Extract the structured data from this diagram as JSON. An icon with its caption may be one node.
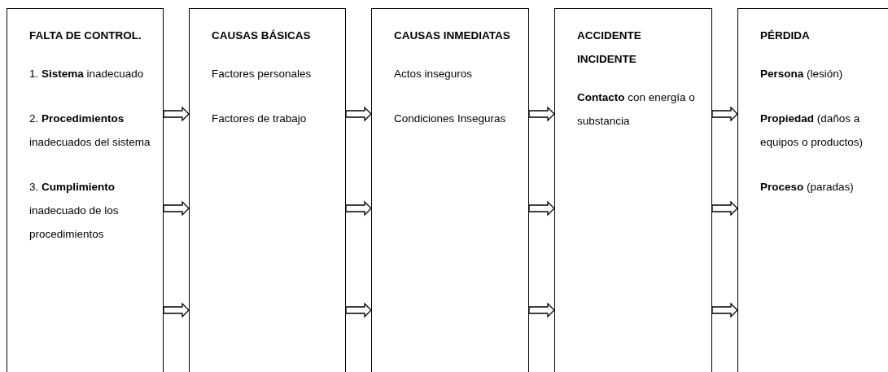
{
  "diagram": {
    "nodes": [
      {
        "text": [
          "FALTA DE CONTROL.",
          "1. **Sistema** inadecuado",
          "2. **Procedimientos** inadecuados del sistema",
          "3. **Cumplimiento** inadecuado de los procedimientos"
        ]
      },
      {
        "text": [
          "CAUSAS BÁSICAS",
          "Factores personales",
          "Factores de trabajo"
        ]
      },
      {
        "text": [
          "CAUSAS INMEDIATAS",
          "Actos inseguros",
          "Condiciones Inseguras"
        ]
      },
      {
        "text": [
          "ACCIDENTE INCIDENTE",
          "**Contacto** con energía o substancia"
        ]
      },
      {
        "text": [
          "PÉRDIDA",
          "**Persona** (lesión)",
          "**Propiedad** (daños a equipos o productos)",
          "**Proceso** (paradas)"
        ]
      }
    ],
    "edges": [
      {
        "from": 0,
        "to": 1,
        "arrow": "to"
      },
      {
        "from": 0,
        "to": 1,
        "arrow": "to"
      },
      {
        "from": 0,
        "to": 1,
        "arrow": "to"
      },
      {
        "from": 1,
        "to": 2,
        "arrow": "to"
      },
      {
        "from": 1,
        "to": 2,
        "arrow": "to"
      },
      {
        "from": 1,
        "to": 2,
        "arrow": "to"
      },
      {
        "from": 2,
        "to": 3,
        "arrow": "to"
      },
      {
        "from": 2,
        "to": 3,
        "arrow": "to"
      },
      {
        "from": 2,
        "to": 3,
        "arrow": "to"
      },
      {
        "from": 3,
        "to": 4,
        "arrow": "to"
      },
      {
        "from": 3,
        "to": 4,
        "arrow": "to"
      },
      {
        "from": 3,
        "to": 4,
        "arrow": "to"
      }
    ]
  }
}
